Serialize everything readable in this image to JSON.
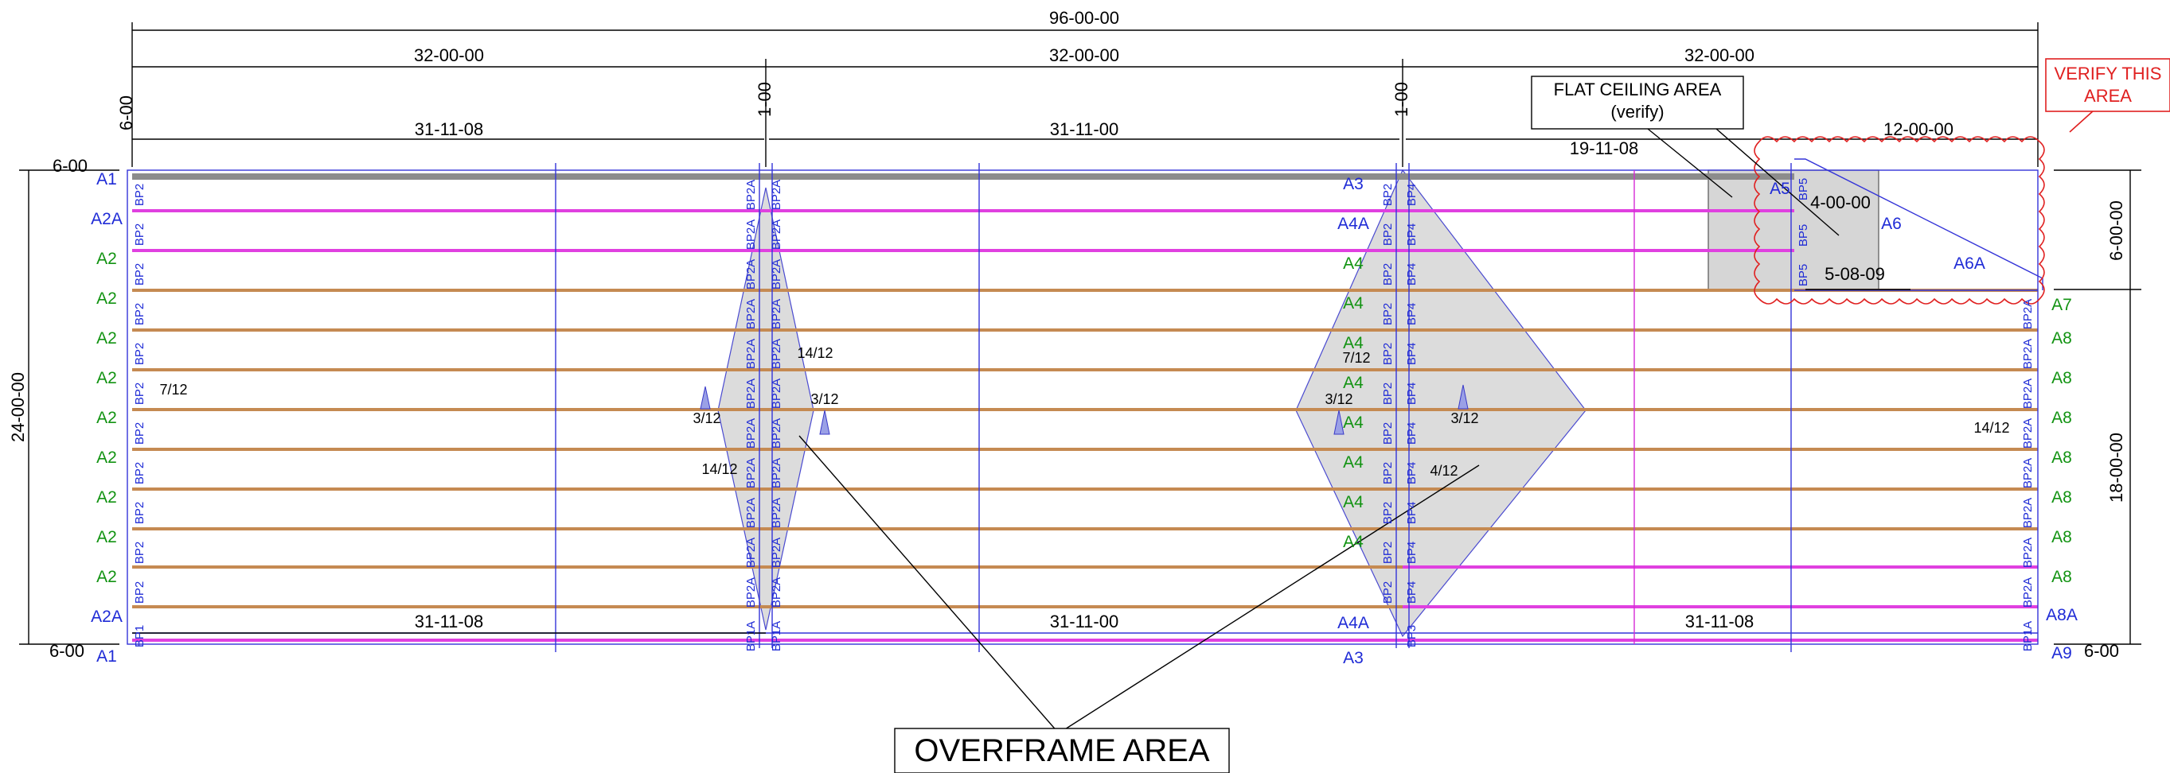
{
  "dimensions": {
    "overall_top": "96-00-00",
    "top_segments": [
      "32-00-00",
      "32-00-00",
      "32-00-00"
    ],
    "span_top": [
      "31-11-08",
      "31-11-00",
      "19-11-08",
      "12-00-00"
    ],
    "span_bottom": [
      "31-11-08",
      "31-11-00",
      "31-11-08"
    ],
    "vertical_small": [
      "6-00",
      "1-00",
      "1-00"
    ],
    "left_height": "24-00-00",
    "right_top": "6-00-00",
    "right_bottom": "18-00-00",
    "overhang_left_top": "6-00",
    "overhang_left_bottom": "6-00",
    "overhang_right_bottom": "6-00",
    "inner_4": "4-00-00",
    "inner_5": "5-08-09"
  },
  "truss_labels": {
    "left": [
      "A1",
      "A2A",
      "A2",
      "A2",
      "A2",
      "A2",
      "A2",
      "A2",
      "A2",
      "A2",
      "A2",
      "A2A",
      "A1"
    ],
    "center": [
      "A3",
      "A4A",
      "A4",
      "A4",
      "A4",
      "A4",
      "A4",
      "A4",
      "A4",
      "A4",
      "A4A",
      "A3"
    ],
    "right": [
      "A7",
      "A8",
      "A8",
      "A8",
      "A8",
      "A8",
      "A8",
      "A8",
      "A8A",
      "A9"
    ],
    "corner": [
      "A5",
      "A6",
      "A6A"
    ]
  },
  "bearing_labels": {
    "col_left": "BP2",
    "col_m1a": "BP2A",
    "col_m1b": "BP2A",
    "col_m2a": "BP2",
    "col_m2b": "BP4",
    "col_right": "BP2A",
    "bp1": "BP1",
    "bp1a": "BP1A",
    "bp3": "BP3",
    "bp5": "BP5"
  },
  "pitches": {
    "p1": "7/12",
    "p2": "14/12",
    "p3": "3/12",
    "p4": "3/12",
    "p5": "14/12",
    "p6": "7/12",
    "p7": "3/12",
    "p8": "3/12",
    "p9": "4/12",
    "p10": "14/12"
  },
  "notes": {
    "flat_ceiling_1": "FLAT CEILING AREA",
    "flat_ceiling_2": "(verify)",
    "verify_1": "VERIFY THIS",
    "verify_2": "AREA",
    "overframe": "OVERFRAME AREA"
  },
  "colors": {
    "wall": "#3434d8",
    "truss": "#c58a52",
    "girder": "#e040e0",
    "label_blue": "#1f2bd6",
    "label_green": "#129312",
    "verify_red": "#e02020",
    "shade": "#dcdcdc"
  }
}
